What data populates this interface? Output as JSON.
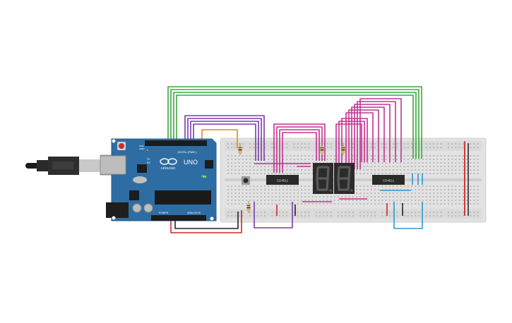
{
  "arduino": {
    "model": "UNO",
    "brand": "ARDUINO",
    "digital_label": "DIGITAL (PWM~)",
    "power_label": "POWER",
    "analog_label": "ANALOG IN",
    "tx_label": "TX",
    "rx_label": "RX",
    "on_label": "ON",
    "l_label": "L",
    "aref_label": "AREF",
    "gnd_label": "GND"
  },
  "breadboard": {
    "color": "#e4e4e4"
  },
  "chips": [
    {
      "label": "CD4511"
    },
    {
      "label": "CD4511"
    }
  ],
  "display": {
    "digits": [
      "8.",
      "8."
    ]
  },
  "wire_colors": {
    "green": "#3aa83a",
    "purple": "#7b3aa8",
    "magenta": "#c4328f",
    "orange": "#e08a1e",
    "red": "#d22525",
    "black": "#222222",
    "blue": "#2a9ad6"
  }
}
